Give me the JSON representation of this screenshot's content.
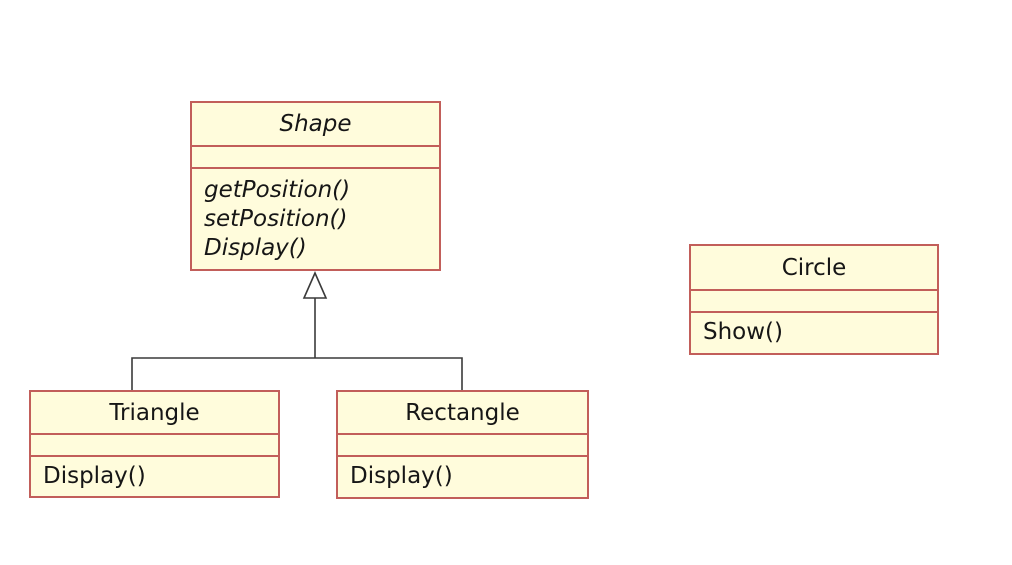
{
  "diagram": {
    "background": "#ffffff",
    "colors": {
      "class_fill": "#fffcdc",
      "class_border": "#c25e5a",
      "connector": "#3a3a3a",
      "text": "#161616"
    },
    "classes": {
      "shape": {
        "name": "Shape",
        "abstract": true,
        "attributes": "",
        "methods": [
          "getPosition()",
          "setPosition()",
          "Display()"
        ]
      },
      "triangle": {
        "name": "Triangle",
        "abstract": false,
        "attributes": "",
        "methods": [
          "Display()"
        ]
      },
      "rectangle": {
        "name": "Rectangle",
        "abstract": false,
        "attributes": "",
        "methods": [
          "Display()"
        ]
      },
      "circle": {
        "name": "Circle",
        "abstract": false,
        "attributes": "",
        "methods": [
          "Show()"
        ]
      }
    },
    "relationships": [
      {
        "type": "generalization",
        "parent": "Shape",
        "children": [
          "Triangle",
          "Rectangle"
        ],
        "arrowhead": "hollow-triangle"
      }
    ]
  }
}
